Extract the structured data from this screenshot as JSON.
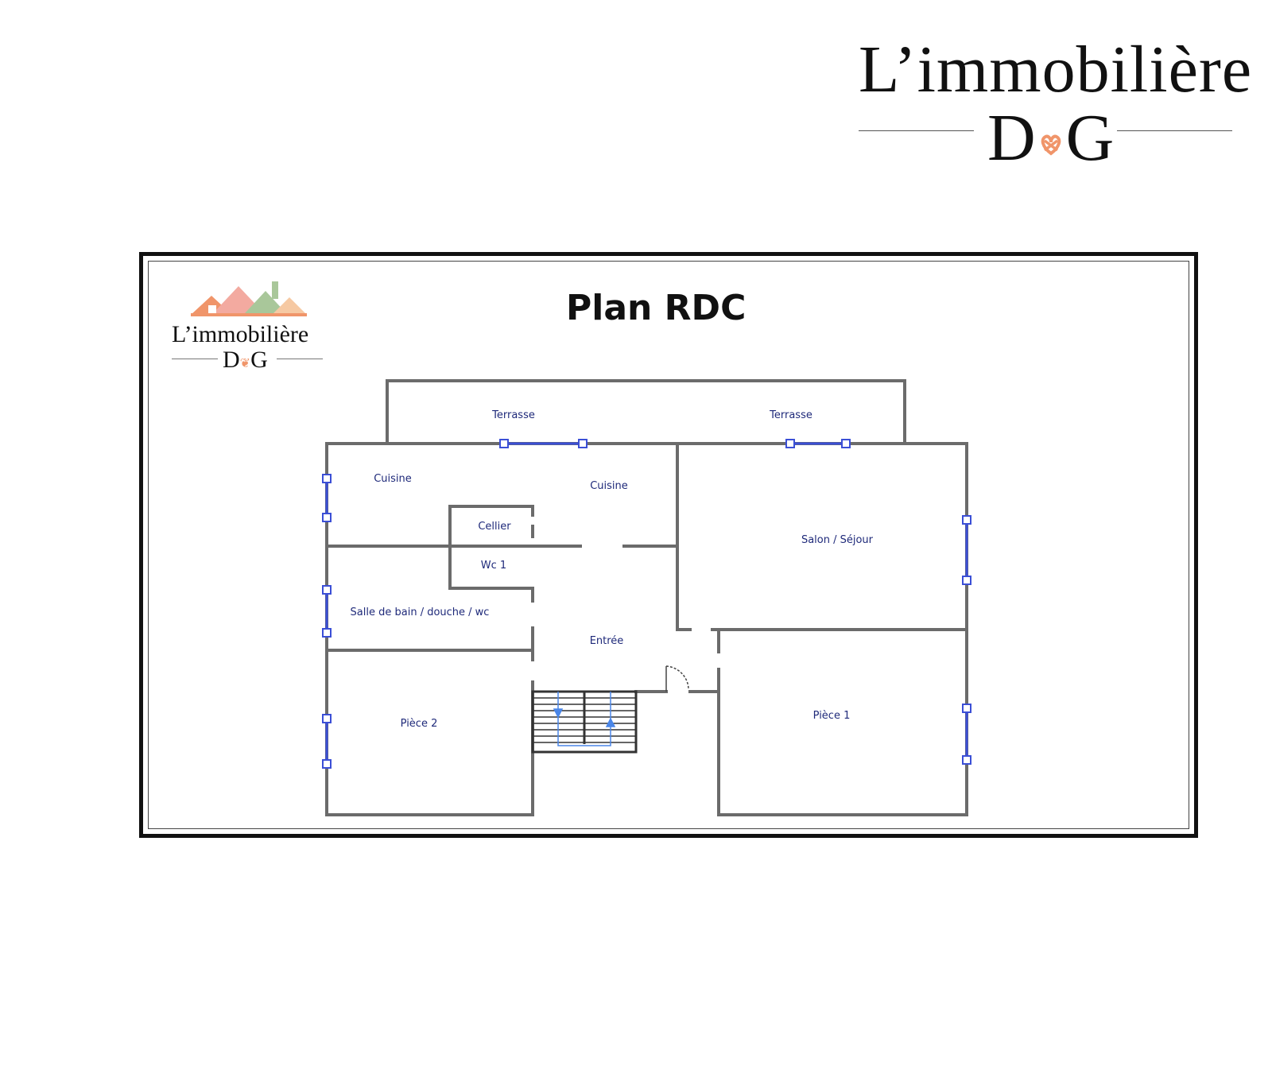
{
  "brand": {
    "name": "L’immobilière",
    "monogram_left": "D",
    "monogram_right": "G"
  },
  "small_logo": {
    "name": "L’immobilière",
    "monogram_left": "D",
    "monogram_right": "G"
  },
  "plan": {
    "title": "Plan RDC",
    "rooms": [
      "Terrasse",
      "Terrasse",
      "Cuisine",
      "Cuisine",
      "Cellier",
      "Wc 1",
      "Salon / Séjour",
      "Salle de bain / douche / wc",
      "Entrée",
      "Pièce 2",
      "Pièce 1"
    ]
  },
  "colors": {
    "wall": "#6b6b6b",
    "window": "#3b4fd6",
    "label": "#1f2a7a",
    "stair_arrow": "#4a86e8",
    "logo_orange": "#f0956a",
    "logo_pink": "#f3aaa0",
    "logo_green": "#a9c79a",
    "logo_peach": "#f6c9a3"
  }
}
